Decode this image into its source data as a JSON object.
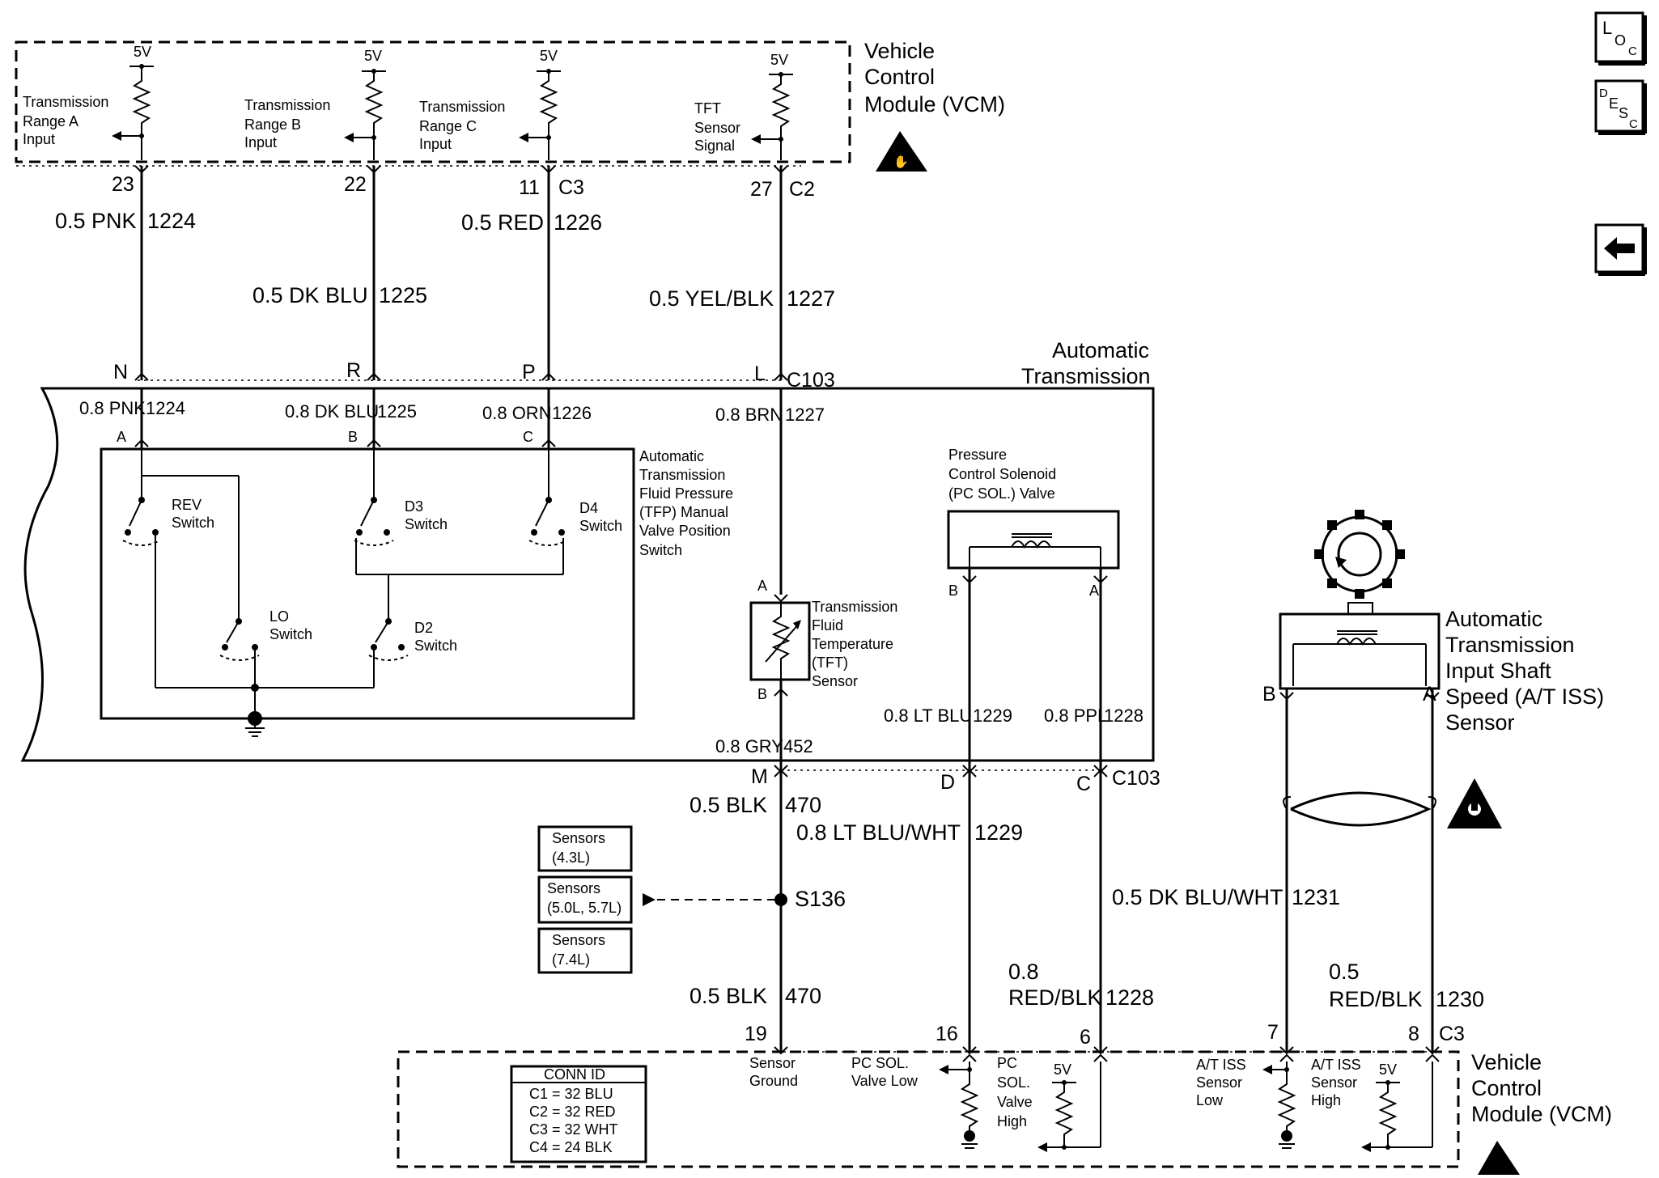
{
  "vcm": {
    "title_lines": [
      "Vehicle",
      "Control",
      "Module (VCM)"
    ]
  },
  "top_inputs": [
    {
      "v": "5V",
      "label_lines": [
        "Transmission",
        "Range A",
        "Input"
      ],
      "pin": "23",
      "conn": "",
      "wire": "0.5 PNK",
      "circuit": "1224",
      "tpin": "N",
      "inner_wire": "0.8 PNK",
      "inner_circuit": "1224",
      "sw_pin": "A"
    },
    {
      "v": "5V",
      "label_lines": [
        "Transmission",
        "Range B",
        "Input"
      ],
      "pin": "22",
      "conn": "",
      "wire": "0.5 DK BLU",
      "circuit": "1225",
      "tpin": "R",
      "inner_wire": "0.8 DK BLU",
      "inner_circuit": "1225",
      "sw_pin": "B"
    },
    {
      "v": "5V",
      "label_lines": [
        "Transmission",
        "Range C",
        "Input"
      ],
      "pin": "11",
      "conn": "C3",
      "wire": "0.5 RED",
      "circuit": "1226",
      "tpin": "P",
      "inner_wire": "0.8 ORN",
      "inner_circuit": "1226",
      "sw_pin": "C"
    },
    {
      "v": "5V",
      "label_lines": [
        "TFT",
        "Sensor",
        "Signal"
      ],
      "pin": "27",
      "conn": "C2",
      "wire": "0.5 YEL/BLK",
      "circuit": "1227",
      "tpin": "L",
      "inner_wire": "0.8 BRN",
      "inner_circuit": "1227",
      "sw_pin": "A"
    }
  ],
  "trans": {
    "title_lines": [
      "Automatic",
      "Transmission"
    ],
    "connector": "C103"
  },
  "tfp_switch": {
    "label_lines": [
      "Automatic",
      "Transmission",
      "Fluid Pressure",
      "(TFP) Manual",
      "Valve Position",
      "Switch"
    ],
    "switches": [
      {
        "name_lines": [
          "REV",
          "Switch"
        ]
      },
      {
        "name_lines": [
          "D3",
          "Switch"
        ]
      },
      {
        "name_lines": [
          "D4",
          "Switch"
        ]
      },
      {
        "name_lines": [
          "LO",
          "Switch"
        ]
      },
      {
        "name_lines": [
          "D2",
          "Switch"
        ]
      }
    ]
  },
  "tft_sensor": {
    "label_lines": [
      "Transmission",
      "Fluid",
      "Temperature",
      "(TFT)",
      "Sensor"
    ],
    "pin_a": "A",
    "pin_b": "B",
    "ground_wire": "0.8 GRY",
    "ground_circuit": "452"
  },
  "pc_solenoid": {
    "label_lines": [
      "Pressure",
      "Control Solenoid",
      "(PC SOL.) Valve"
    ],
    "pin_b": "B",
    "pin_a": "A",
    "wire_b": "0.8 LT BLU",
    "circuit_b": "1229",
    "wire_a": "0.8 PPL",
    "circuit_a": "1228"
  },
  "bottom_conn": {
    "pins": [
      "M",
      "D",
      "C"
    ],
    "connector": "C103"
  },
  "ground_path": {
    "wire1": "0.5 BLK",
    "circuit1": "470",
    "splice": "S136",
    "wire2": "0.5 BLK",
    "circuit2": "470"
  },
  "pc_wires": {
    "low_wire": "0.8 LT BLU/WHT",
    "low_circuit": "1229",
    "high_wire_lines": [
      "0.8",
      "RED/BLK"
    ],
    "high_circuit": "1228"
  },
  "sensor_boxes": [
    {
      "lines": [
        "Sensors",
        "(4.3L)"
      ]
    },
    {
      "lines": [
        "Sensors",
        "(5.0L, 5.7L)"
      ]
    },
    {
      "lines": [
        "Sensors",
        "(7.4L)"
      ]
    }
  ],
  "iss_sensor": {
    "label_lines": [
      "Automatic",
      "Transmission",
      "Input Shaft",
      "Speed (A/T ISS)",
      "Sensor"
    ],
    "pin_b": "B",
    "pin_a": "A",
    "low_wire": "0.5 DK BLU/WHT",
    "low_circuit": "1231",
    "high_wire_lines": [
      "0.5",
      "RED/BLK"
    ],
    "high_circuit": "1230"
  },
  "bottom_vcm": {
    "pins": [
      "19",
      "16",
      "6",
      "7",
      "8"
    ],
    "connector": "C3",
    "labels": [
      {
        "lines": [
          "Sensor",
          "Ground"
        ]
      },
      {
        "lines": [
          "PC SOL.",
          "Valve Low"
        ]
      },
      {
        "lines": [
          "PC",
          "SOL.",
          "Valve",
          "High"
        ]
      },
      {
        "lines": [
          "A/T ISS",
          "Sensor",
          "Low"
        ]
      },
      {
        "lines": [
          "A/T ISS",
          "Sensor",
          "High"
        ]
      }
    ],
    "v5": [
      "5V",
      "5V"
    ],
    "title_lines": [
      "Vehicle",
      "Control",
      "Module (VCM)"
    ]
  },
  "conn_id": {
    "title": "CONN ID",
    "rows": [
      "C1 = 32 BLU",
      "C2 = 32 RED",
      "C3 = 32 WHT",
      "C4 = 24 BLK"
    ]
  },
  "nav": {
    "loc": {
      "main": "L",
      "sub1": "O",
      "sub2": "C"
    },
    "desc": {
      "d": "D",
      "e": "E",
      "s": "S",
      "c": "C"
    }
  }
}
